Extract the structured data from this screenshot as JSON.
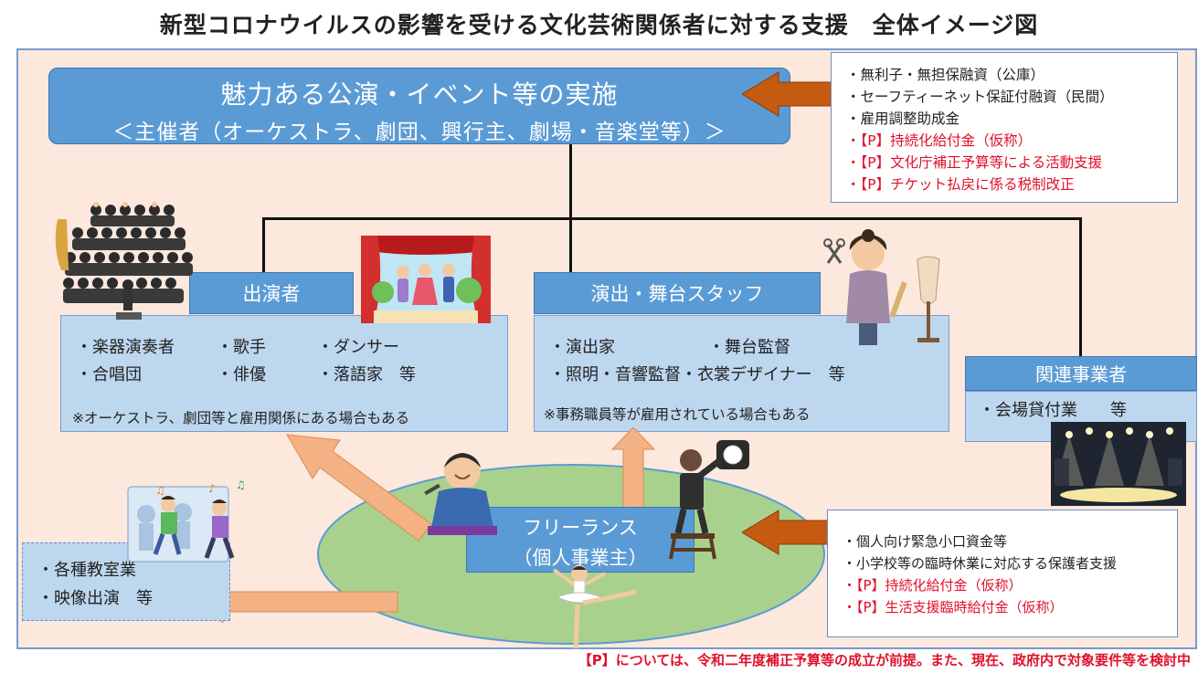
{
  "title": "新型コロナウイルスの影響を受ける文化芸術関係者に対する支援　全体イメージ図",
  "organizer": {
    "line1": "魅力ある公演・イベント等の実施",
    "line2": "＜主催者（オーケストラ、劇団、興行主、劇場・音楽堂等）＞"
  },
  "organizer_support": [
    {
      "text": "・無利子・無担保融資（公庫）",
      "red": false
    },
    {
      "text": "・セーフティーネット保証付融資（民間）",
      "red": false
    },
    {
      "text": "・雇用調整助成金",
      "red": false
    },
    {
      "text": "・【P】持続化給付金（仮称）",
      "red": true
    },
    {
      "text": "・【P】文化庁補正予算等による活動支援",
      "red": true
    },
    {
      "text": "・【P】チケット払戻に係る税制改正",
      "red": true
    }
  ],
  "performers": {
    "header": "出演者",
    "row1": [
      "・楽器演奏者",
      "・歌手",
      "・ダンサー"
    ],
    "row2": [
      "・合唱団",
      "・俳優",
      "・落語家　等"
    ],
    "note": "※オーケストラ、劇団等と雇用関係にある場合もある"
  },
  "staff": {
    "header": "演出・舞台スタッフ",
    "row1": [
      "・演出家",
      "・舞台監督"
    ],
    "row2": "・照明・音響監督・衣裳デザイナー　等",
    "note": "※事務職員等が雇用されている場合もある"
  },
  "related": {
    "header": "関連事業者",
    "item": "・会場貸付業　　等"
  },
  "freelance": {
    "line1": "フリーランス",
    "line2": "（個人事業主）"
  },
  "classes": [
    "・各種教室業",
    "・映像出演　等"
  ],
  "freelance_support": [
    {
      "text": "・個人向け緊急小口資金等",
      "red": false
    },
    {
      "text": "・小学校等の臨時休業に対応する保護者支援",
      "red": false
    },
    {
      "text": "・【P】持続化給付金（仮称）",
      "red": true
    },
    {
      "text": "・【P】生活支援臨時給付金（仮称）",
      "red": true
    }
  ],
  "footnote": "【P】については、令和二年度補正予算等の成立が前提。また、現在、政府内で対象要件等を検討中",
  "colors": {
    "header_blue": "#5b9bd5",
    "box_blue": "#bdd7ee",
    "panel_bg": "#fce8dc",
    "ellipse_green": "#a9d18e",
    "arrow_brown": "#c55a11",
    "arrow_peach": "#f4b183",
    "red_text": "#e0102b"
  }
}
